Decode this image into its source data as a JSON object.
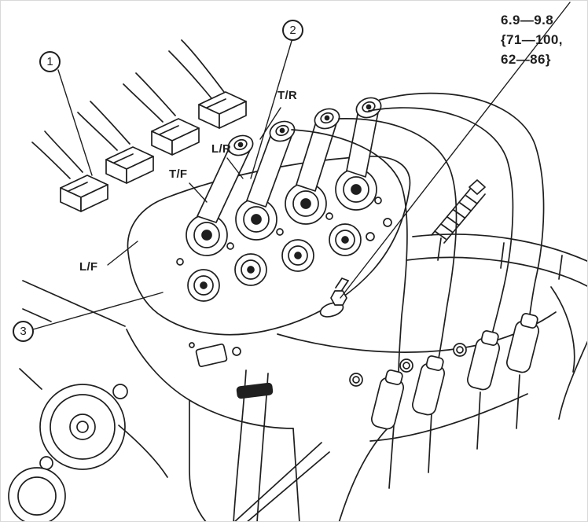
{
  "colors": {
    "line": "#1f1f1f",
    "background": "#ffffff"
  },
  "figure": {
    "callouts": [
      {
        "number": "1"
      },
      {
        "number": "2"
      },
      {
        "number": "3"
      }
    ],
    "position_labels": {
      "tr": "T/R",
      "lr": "L/R",
      "tf": "T/F",
      "lf": "L/F"
    },
    "torque_spec": {
      "line1": "6.9—9.8",
      "line2": "{71—100,",
      "line3": "62—86}"
    }
  }
}
